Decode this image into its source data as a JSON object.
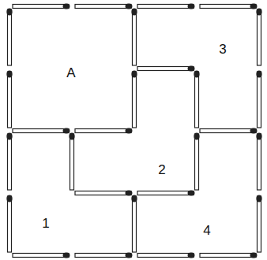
{
  "diagram": {
    "labels": [
      "A",
      "3",
      "2",
      "1",
      "4"
    ]
  }
}
